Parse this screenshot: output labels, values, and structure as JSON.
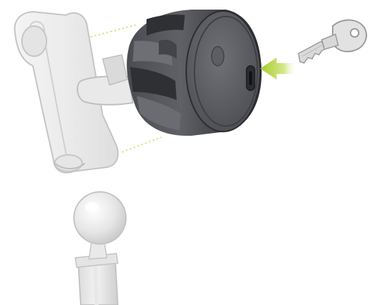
{
  "diagram": {
    "parts": [
      {
        "id": "mount-arm",
        "icon": "mount-arm-icon"
      },
      {
        "id": "locking-knob",
        "icon": "locking-knob-icon"
      },
      {
        "id": "key",
        "icon": "key-icon"
      },
      {
        "id": "ball-mount",
        "icon": "ball-mount-icon"
      }
    ],
    "indicators": [
      {
        "id": "insert-key-arrow",
        "icon": "arrow-left-icon",
        "color": "#b9d94a"
      }
    ],
    "colors": {
      "background": "#ffffff",
      "arm_fill": "#eeeeee",
      "arm_stroke": "#c4c4c4",
      "knob_dark": "#3a3b3f",
      "knob_mid": "#5a5c61",
      "knob_light": "#7b7d82",
      "key_fill": "#e2e2e2",
      "key_stroke": "#9a9a9a",
      "arrow": "#b9d94a",
      "guide_lines": "#d7e69a"
    }
  }
}
